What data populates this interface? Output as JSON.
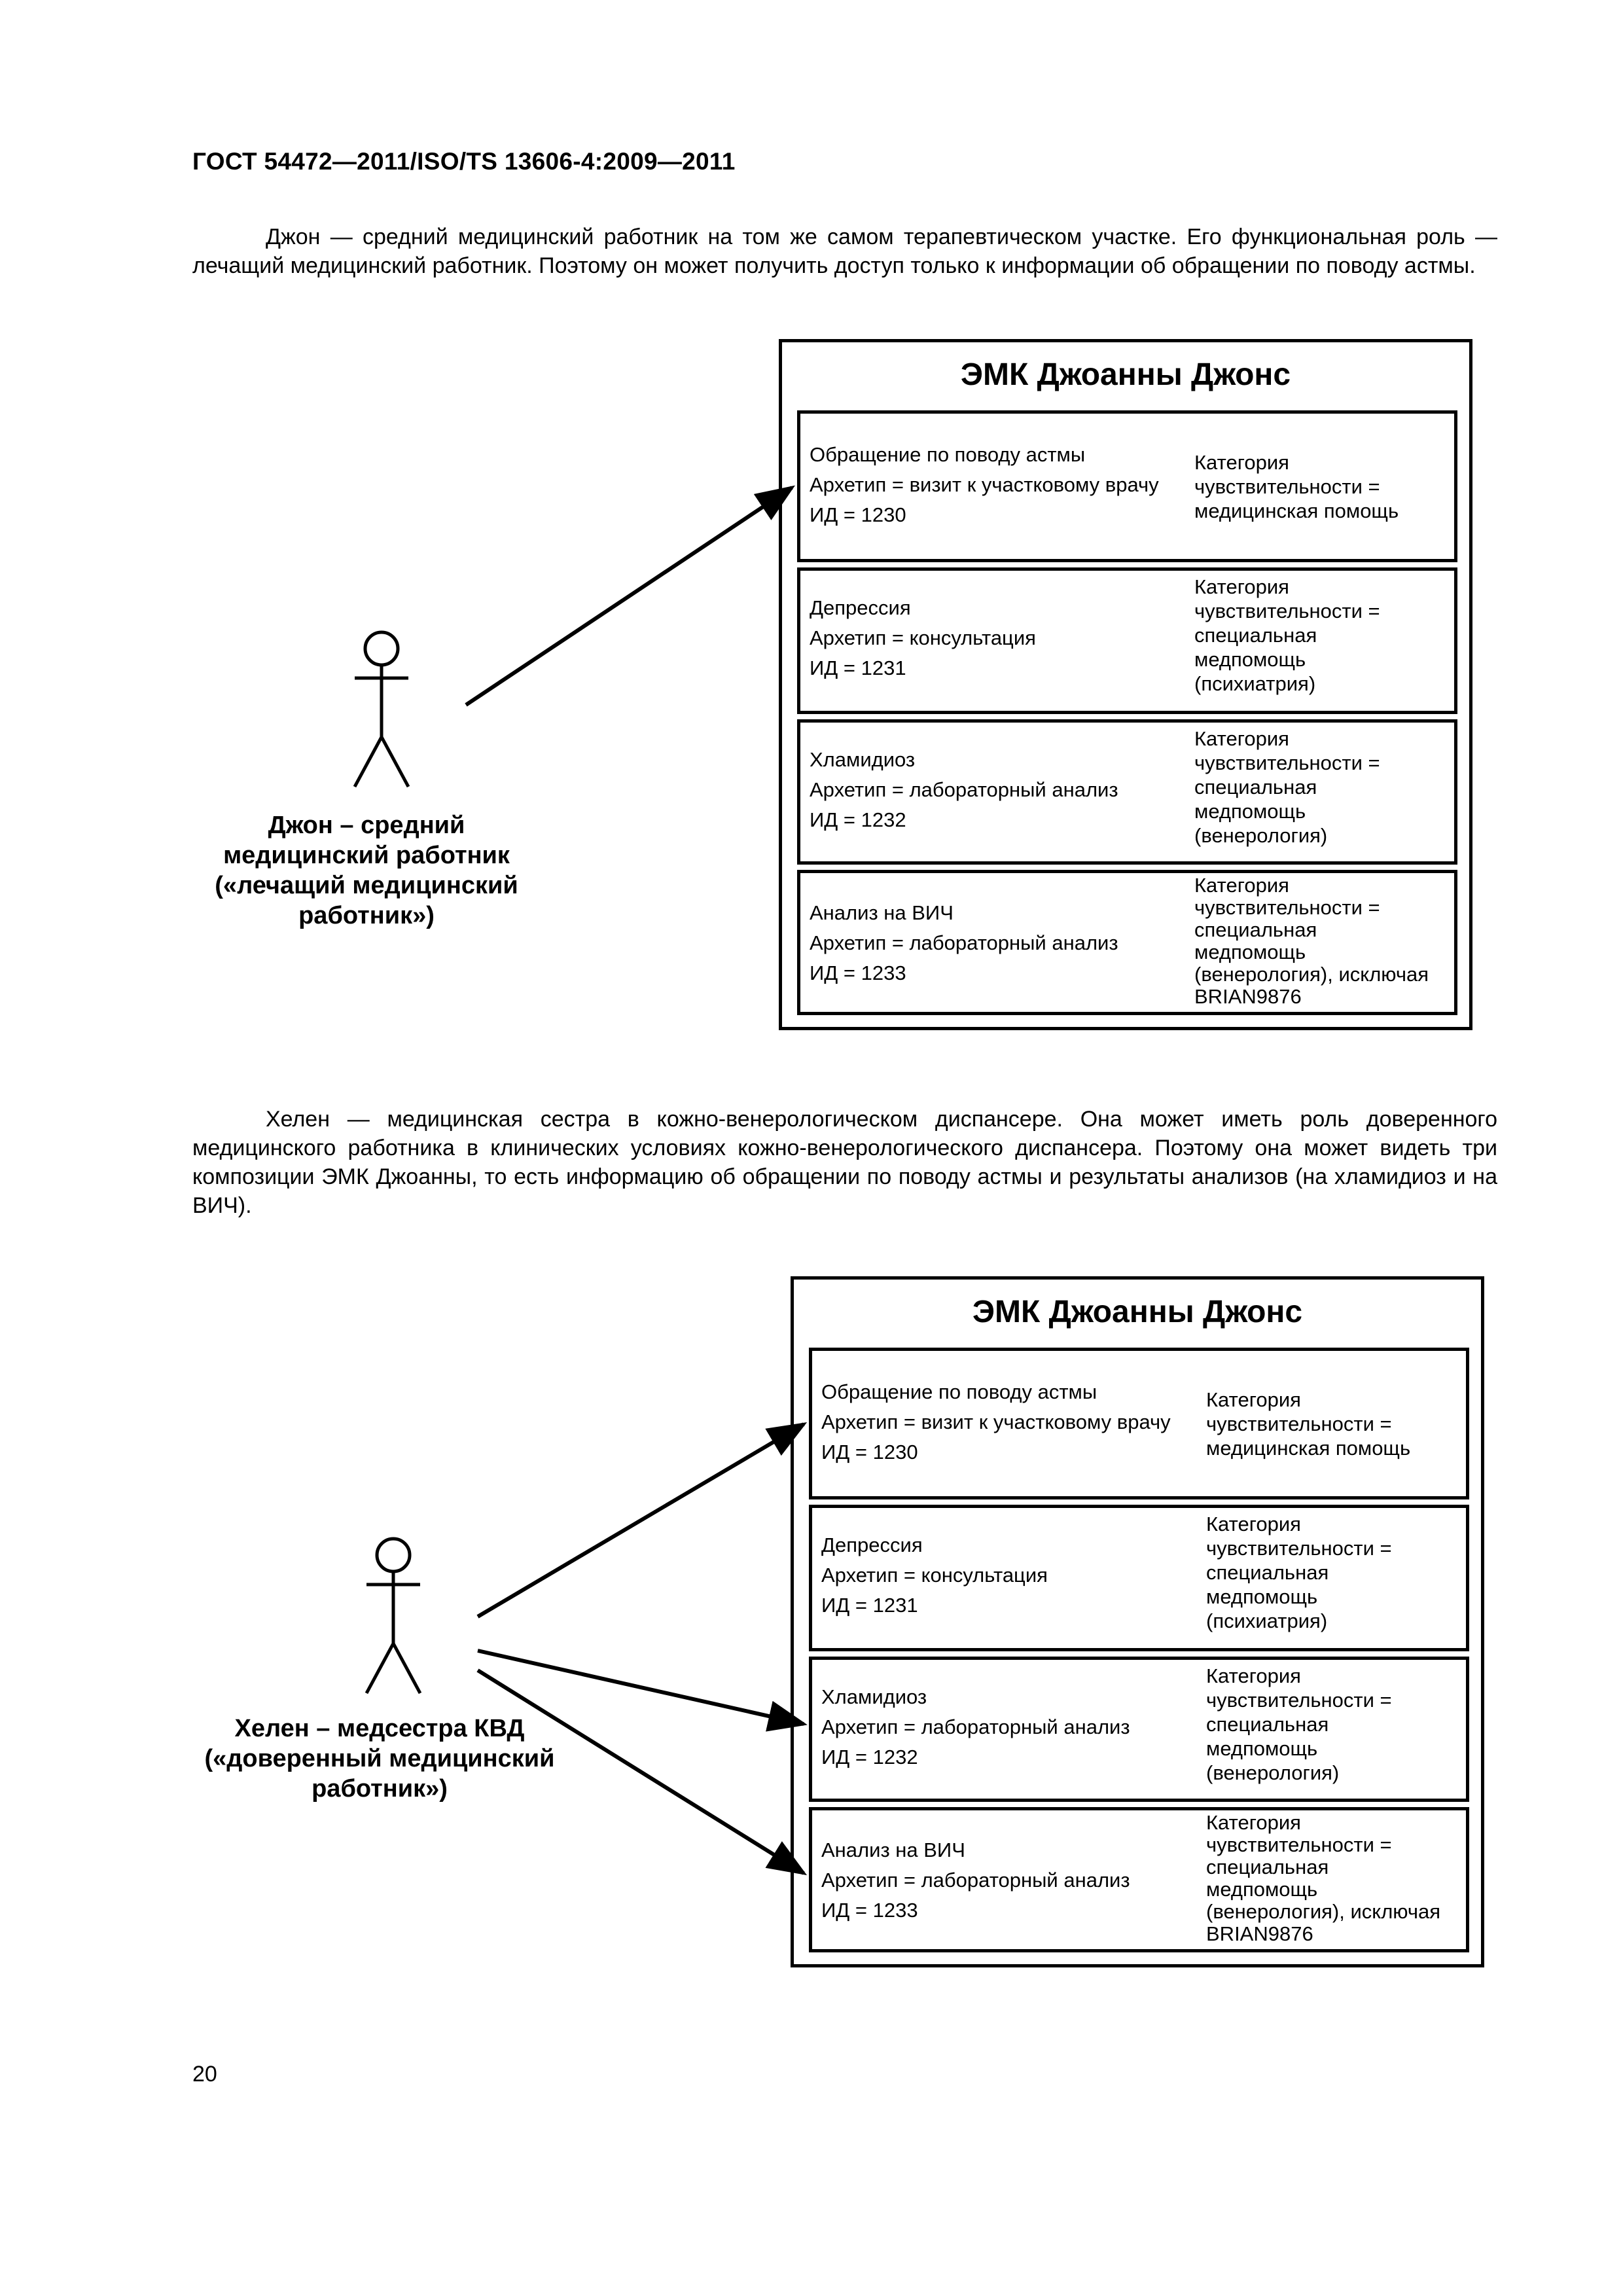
{
  "header": "ГОСТ 54472—2011/ISO/TS 13606-4:2009—2011",
  "paragraph1": "Джон — средний медицинский работник на том же самом терапевтическом участке. Его функциональная роль — лечащий медицинский работник. Поэтому он может получить доступ только к информации об обращении по поводу астмы.",
  "paragraph2": "Хелен — медицинская сестра в кожно-венерологическом диспансере. Она может иметь роль доверенного медицинского работника в клинических условиях кожно-венерологического диспансера. Поэтому она может видеть три композиции ЭМК Джоанны, то есть информацию об обращении по поводу астмы и результаты анализов (на хламидиоз и на ВИЧ).",
  "page_number": "20",
  "emr_title": "ЭМК Джоанны Джонс",
  "compositions": [
    {
      "lines": [
        "Обращение по поводу астмы",
        "Архетип = визит к участковому врачу",
        "ИД = 1230"
      ],
      "category": [
        "Категория",
        "чувствительности =",
        "медицинская помощь"
      ]
    },
    {
      "lines": [
        "Депрессия",
        "Архетип = консультация",
        "ИД = 1231"
      ],
      "category": [
        "Категория",
        "чувствительности =",
        "специальная",
        "медпомощь",
        "(психиатрия)"
      ]
    },
    {
      "lines": [
        "Хламидиоз",
        "Архетип = лабораторный анализ",
        "ИД = 1232"
      ],
      "category": [
        "Категория",
        "чувствительности =",
        "специальная",
        "медпомощь",
        "(венерология)"
      ]
    },
    {
      "lines": [
        "Анализ на ВИЧ",
        "Архетип = лабораторный анализ",
        "ИД = 1233"
      ],
      "category": [
        "Категория",
        "чувствительности =",
        "специальная",
        "медпомощь",
        "(венерология), исключая",
        "BRIAN9876"
      ]
    }
  ],
  "actor1": {
    "label": [
      "Джон – средний",
      "медицинский работник",
      "(«лечащий медицинский",
      "работник»)"
    ]
  },
  "actor2": {
    "label": [
      "Хелен – медсестра КВД",
      "(«доверенный медицинский",
      "работник»)"
    ]
  }
}
